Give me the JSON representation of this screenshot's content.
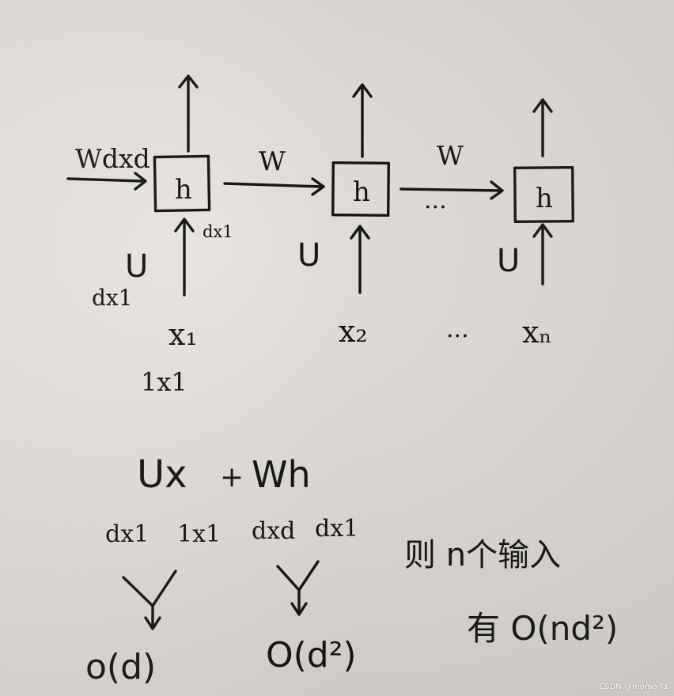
{
  "diagram": {
    "input_weight": "Wdxd",
    "cells": [
      "h",
      "h",
      "h"
    ],
    "recurrent_weights": [
      "W",
      "W"
    ],
    "ellipsis": "...",
    "hidden_dim": "dx1",
    "input_matrix": "U",
    "input_matrix_dim": "dx1",
    "inputs": [
      "x₁",
      "x₂",
      "xₙ"
    ],
    "input_ellipsis": "...",
    "input_dim": "1x1"
  },
  "formula": {
    "terms": [
      "Ux",
      "+",
      "Wh"
    ],
    "dims": [
      "dx1",
      "1x1",
      "dxd",
      "dx1"
    ],
    "results": [
      "o(d)",
      "O(d²)"
    ]
  },
  "conclusion": {
    "line1": "则 n个输入",
    "line2": "有 O(nd²)"
  },
  "watermark": "CSDN @momo-fa"
}
